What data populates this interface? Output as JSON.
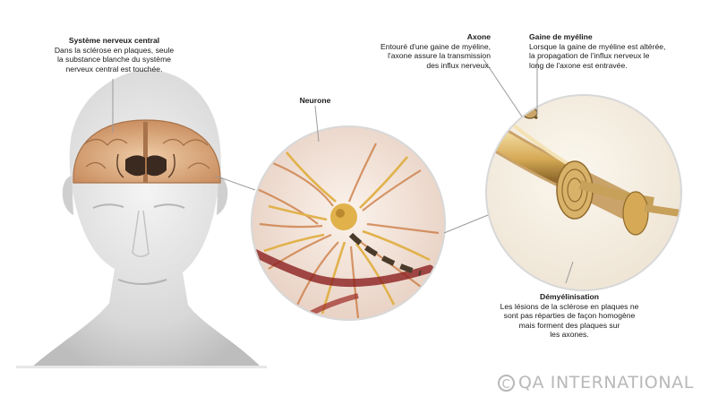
{
  "labels": {
    "cns": {
      "title": "Système nerveux central",
      "desc": "Dans la sclérose en plaques, seule\nla substance blanche du système\nnerveux central est touchée."
    },
    "neuron": {
      "title": "Neurone"
    },
    "axon": {
      "title": "Axone",
      "desc": "Entouré d'une gaine de myéline,\nl'axone assure la transmission\ndes influx nerveux."
    },
    "myelin": {
      "title": "Gaine de myéline",
      "desc": "Lorsque la gaine de myéline est altérée,\nla propagation de l'influx nerveux le\nlong de l'axone est entravée."
    },
    "demyelination": {
      "title": "Démyélinisation",
      "desc": "Les lésions de la sclérose en plaques ne\nsont pas réparties de façon homogène\nmais forment des plaques sur\nles axones."
    }
  },
  "copyright": {
    "symbol": "C",
    "text": "QA INTERNATIONAL"
  },
  "colors": {
    "brain": "#e3b489",
    "neuron": "#e1b24c",
    "myelin": "#d5a955",
    "skin": "#d9d9d9"
  }
}
